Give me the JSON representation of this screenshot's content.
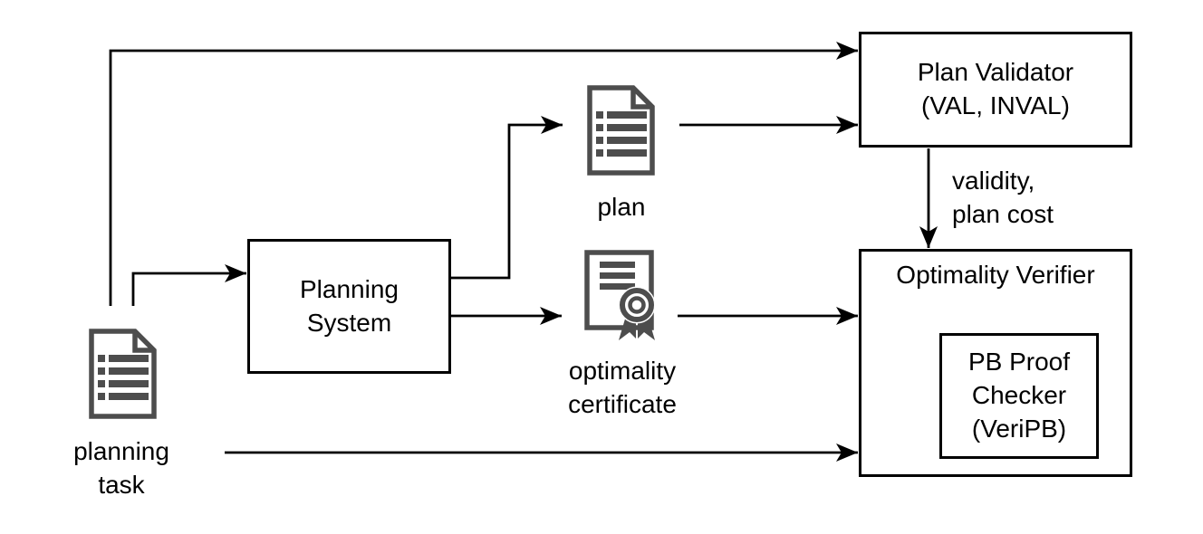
{
  "diagram": {
    "colors": {
      "background": "#ffffff",
      "line": "#000000",
      "text": "#000000",
      "icon": "#4d4d4d"
    },
    "boxes": {
      "planning_system": {
        "label": "Planning\nSystem"
      },
      "plan_validator": {
        "label": "Plan Validator\n(VAL, INVAL)"
      },
      "optimality_verifier": {
        "label": "Optimality Verifier"
      },
      "pb_proof_checker": {
        "label": "PB Proof\nChecker\n(VeriPB)"
      }
    },
    "icons": {
      "planning_task": {
        "icon": "document-icon",
        "label": "planning\ntask"
      },
      "plan": {
        "icon": "document-icon",
        "label": "plan"
      },
      "optimality_certificate": {
        "icon": "certificate-icon",
        "label": "optimality\ncertificate"
      }
    },
    "edge_labels": {
      "validator_to_verifier": "validity,\nplan cost"
    }
  }
}
